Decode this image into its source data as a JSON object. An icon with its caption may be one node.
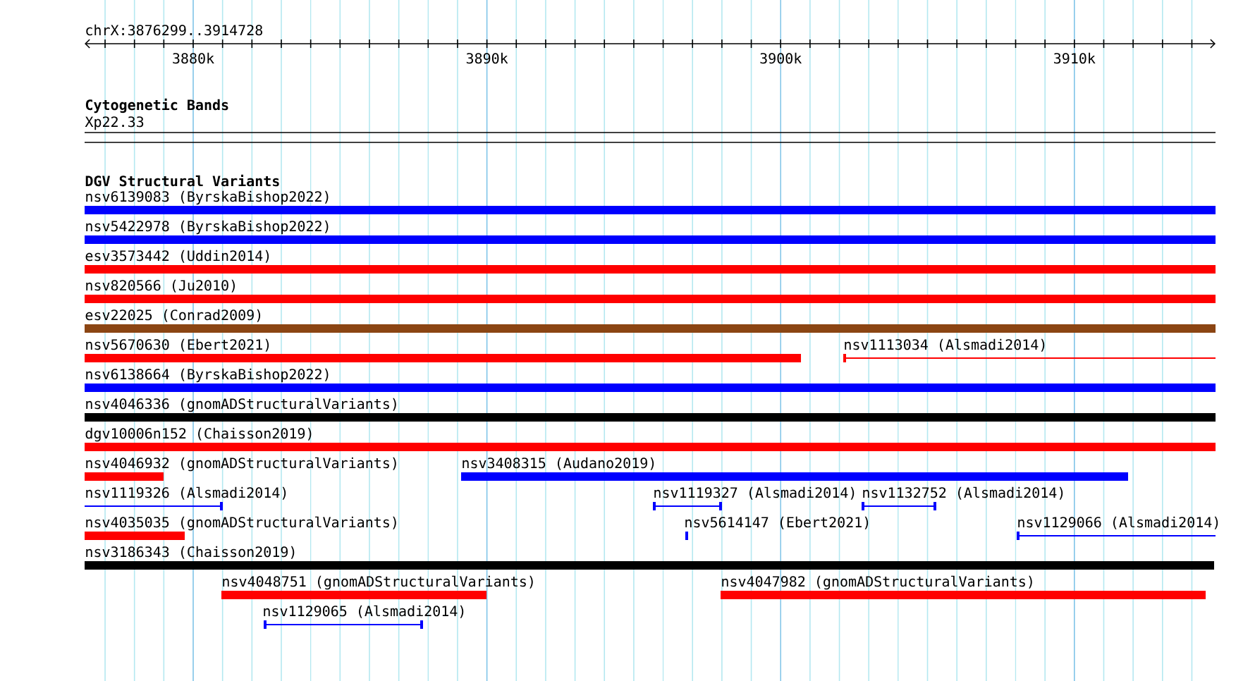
{
  "diagram": {
    "nodes": [
      {
        "text": [
          "nsv6139083 (ByrskaBishop2022)"
        ]
      },
      {
        "text": [
          "nsv5422978 (ByrskaBishop2022)"
        ]
      },
      {
        "text": [
          "esv3573442 (Uddin2014)"
        ]
      },
      {
        "text": [
          "nsv820566 (Ju2010)"
        ]
      },
      {
        "text": [
          "esv22025 (Conrad2009)"
        ]
      },
      {
        "text": [
          "nsv5670630 (Ebert2021)"
        ]
      },
      {
        "text": [
          "nsv1113034 (Alsmadi2014)"
        ]
      },
      {
        "text": [
          "nsv6138664 (ByrskaBishop2022)"
        ]
      },
      {
        "text": [
          "nsv4046336 (gnomADStructuralVariants)"
        ]
      },
      {
        "text": [
          "dgv10006n152 (Chaisson2019)"
        ]
      },
      {
        "text": [
          "nsv4046932 (gnomADStructuralVariants)"
        ]
      },
      {
        "text": [
          "nsv3408315 (Audano2019)"
        ]
      },
      {
        "text": [
          "nsv1119326 (Alsmadi2014)"
        ]
      },
      {
        "text": [
          "nsv1119327 (Alsmadi2014)"
        ]
      },
      {
        "text": [
          "nsv1132752 (Alsmadi2014)"
        ]
      },
      {
        "text": [
          "nsv4035035 (gnomADStructuralVariants)"
        ]
      },
      {
        "text": [
          "nsv5614147 (Ebert2021)"
        ]
      },
      {
        "text": [
          "nsv1129066 (Alsmadi2014)"
        ]
      },
      {
        "text": [
          "nsv3186343 (Chaisson2019)"
        ]
      },
      {
        "text": [
          "nsv4048751 (gnomADStructuralVariants)"
        ]
      },
      {
        "text": [
          "nsv4047982 (gnomADStructuralVariants)"
        ]
      },
      {
        "text": [
          "nsv1129065 (Alsmadi2014)"
        ]
      }
    ],
    "labels": [
      "chrX:3876299..3914728",
      "3880k",
      "3890k",
      "3900k",
      "3910k",
      "Cytogenetic Bands",
      "Xp22.33",
      "DGV Structural Variants"
    ]
  }
}
